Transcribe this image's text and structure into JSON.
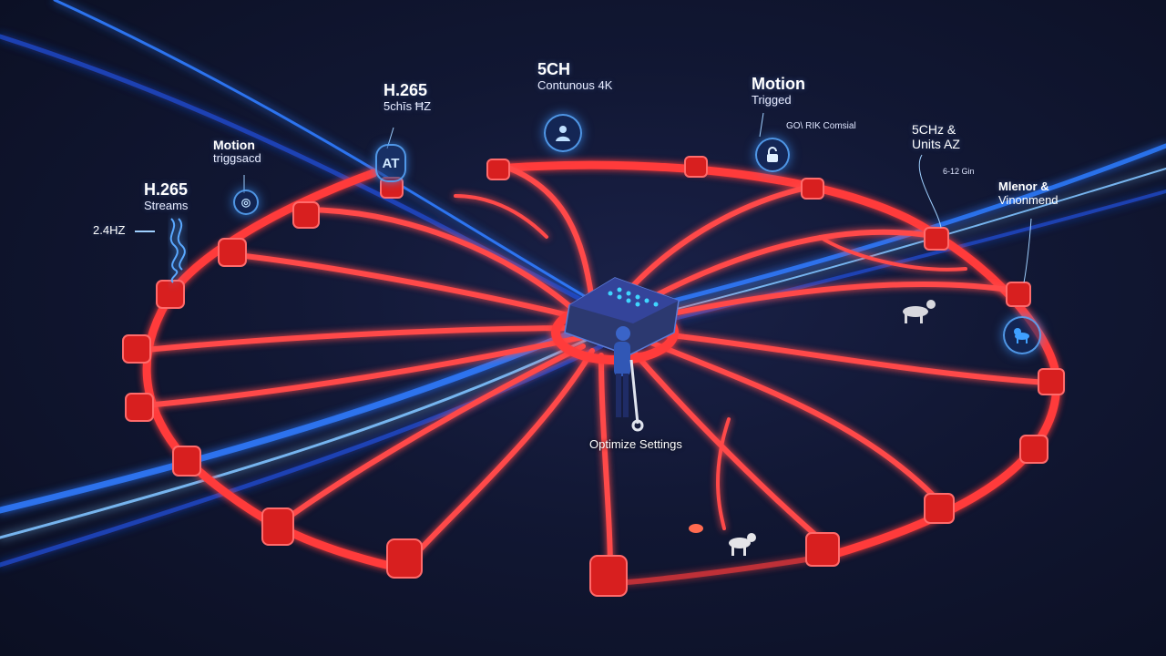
{
  "labels": {
    "h265_streams": {
      "title": "H.265",
      "subtitle": "Streams"
    },
    "freq_24": {
      "text": "2.4HZ"
    },
    "motion_triggered_left": {
      "title": "Motion",
      "subtitle": "triggsacd"
    },
    "h265_top": {
      "title": "H.265",
      "subtitle": "5chīs ĦZ"
    },
    "at_badge": {
      "text": "AT"
    },
    "continuous_4k": {
      "title": "5CH",
      "subtitle": "Contunous 4K"
    },
    "motion_triggered_right": {
      "title": "Motion",
      "subtitle": "Trigged"
    },
    "comsial_note": {
      "text": "GO\\ RIK Comsial"
    },
    "ghz_units": {
      "title": "5CHz &",
      "subtitle": "Units AZ"
    },
    "ghz_note": {
      "text": "6-12 Gin"
    },
    "minor_vironment": {
      "title": "Mlenor &",
      "subtitle": "Vinonmend"
    },
    "optimize_settings": {
      "text": "Optimize Settings"
    }
  },
  "icons": {
    "signal_badge": "signal-waves-icon",
    "person_badge": "person-icon",
    "lock_badge": "lock-icon",
    "dog_badge": "dog-icon",
    "at_badge": "at-badge-icon"
  },
  "colors": {
    "background": "#111733",
    "pipe_red": "#ff3b3b",
    "pipe_dark_red": "#c81e1e",
    "beam_blue": "#2f7bff",
    "beam_light": "#7fc2ff",
    "hub": "#2c3970"
  }
}
